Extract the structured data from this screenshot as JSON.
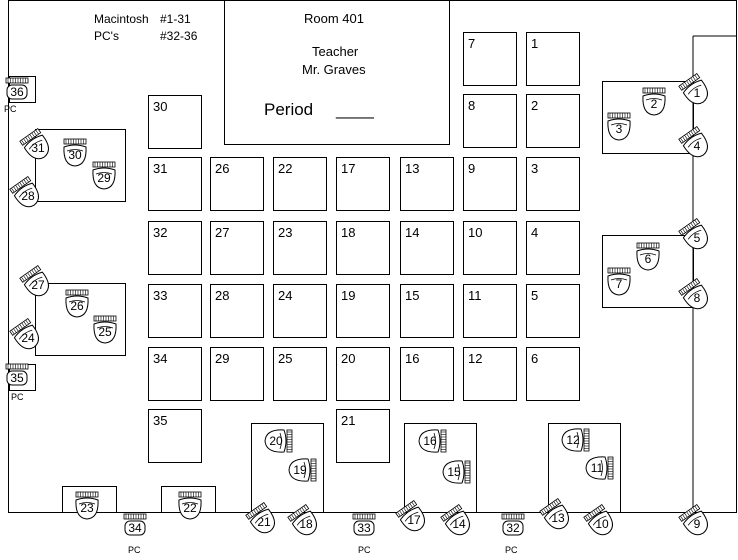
{
  "header": {
    "mac_label": "Macintosh",
    "mac_range": "#1-31",
    "pc_label": "PC's",
    "pc_range": "#32-36"
  },
  "teacher_box": {
    "room": "Room 401",
    "role": "Teacher",
    "name": "Mr. Graves",
    "period_label": "Period",
    "period_blank": "____"
  },
  "desks": [
    {
      "id": "desk-7",
      "label": "7"
    },
    {
      "id": "desk-1",
      "label": "1"
    },
    {
      "id": "desk-8",
      "label": "8"
    },
    {
      "id": "desk-2",
      "label": "2"
    },
    {
      "id": "desk-30",
      "label": "30"
    },
    {
      "id": "desk-31",
      "label": "31"
    },
    {
      "id": "desk-26",
      "label": "26"
    },
    {
      "id": "desk-22",
      "label": "22"
    },
    {
      "id": "desk-17",
      "label": "17"
    },
    {
      "id": "desk-13",
      "label": "13"
    },
    {
      "id": "desk-9",
      "label": "9"
    },
    {
      "id": "desk-3",
      "label": "3"
    },
    {
      "id": "desk-32",
      "label": "32"
    },
    {
      "id": "desk-27",
      "label": "27"
    },
    {
      "id": "desk-23",
      "label": "23"
    },
    {
      "id": "desk-18",
      "label": "18"
    },
    {
      "id": "desk-14",
      "label": "14"
    },
    {
      "id": "desk-10",
      "label": "10"
    },
    {
      "id": "desk-4",
      "label": "4"
    },
    {
      "id": "desk-33",
      "label": "33"
    },
    {
      "id": "desk-28",
      "label": "28"
    },
    {
      "id": "desk-24",
      "label": "24"
    },
    {
      "id": "desk-19",
      "label": "19"
    },
    {
      "id": "desk-15",
      "label": "15"
    },
    {
      "id": "desk-11",
      "label": "11"
    },
    {
      "id": "desk-5",
      "label": "5"
    },
    {
      "id": "desk-34",
      "label": "34"
    },
    {
      "id": "desk-29",
      "label": "29"
    },
    {
      "id": "desk-25",
      "label": "25"
    },
    {
      "id": "desk-20",
      "label": "20"
    },
    {
      "id": "desk-16",
      "label": "16"
    },
    {
      "id": "desk-12",
      "label": "12"
    },
    {
      "id": "desk-6",
      "label": "6"
    },
    {
      "id": "desk-35",
      "label": "35"
    },
    {
      "id": "desk-21",
      "label": "21"
    }
  ],
  "computers": [
    {
      "label": "1"
    },
    {
      "label": "2"
    },
    {
      "label": "3"
    },
    {
      "label": "4"
    },
    {
      "label": "5"
    },
    {
      "label": "6"
    },
    {
      "label": "7"
    },
    {
      "label": "8"
    },
    {
      "label": "9"
    },
    {
      "label": "10"
    },
    {
      "label": "11"
    },
    {
      "label": "12"
    },
    {
      "label": "13"
    },
    {
      "label": "14"
    },
    {
      "label": "15"
    },
    {
      "label": "16"
    },
    {
      "label": "17"
    },
    {
      "label": "18"
    },
    {
      "label": "19"
    },
    {
      "label": "20"
    },
    {
      "label": "21"
    },
    {
      "label": "22"
    },
    {
      "label": "23"
    },
    {
      "label": "24"
    },
    {
      "label": "25"
    },
    {
      "label": "26"
    },
    {
      "label": "27"
    },
    {
      "label": "28"
    },
    {
      "label": "29"
    },
    {
      "label": "30"
    },
    {
      "label": "31"
    },
    {
      "label": "32"
    },
    {
      "label": "33"
    },
    {
      "label": "34"
    },
    {
      "label": "35"
    },
    {
      "label": "36"
    }
  ],
  "pc_tag": "PC"
}
